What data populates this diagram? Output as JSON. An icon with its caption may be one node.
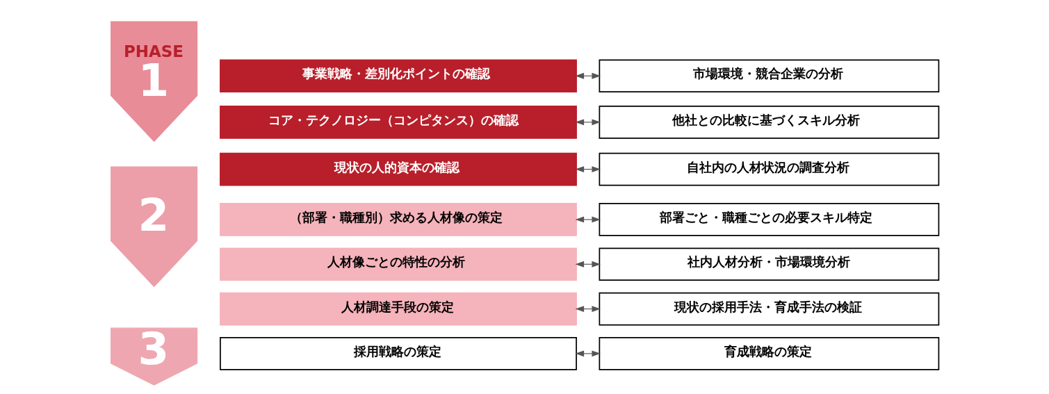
{
  "diagram": {
    "nodes": [
      {
        "text": [
          "PHASE",
          "1"
        ]
      },
      {
        "text": [
          "事業戦略・差別化ポイントの確認"
        ]
      },
      {
        "text": [
          "市場環境・競合企業の分析"
        ]
      },
      {
        "text": [
          "コア・テクノロジー（コンピタンス）の確認"
        ]
      },
      {
        "text": [
          "他社との比較に基づくスキル分析"
        ]
      },
      {
        "text": [
          "現状の人的資本の確認"
        ]
      },
      {
        "text": [
          "自社内の人材状況の調査分析"
        ]
      },
      {
        "text": [
          "2"
        ]
      },
      {
        "text": [
          "（部署・職種別）求める人材像の策定"
        ]
      },
      {
        "text": [
          "部署ごと・職種ごとの必要スキル特定"
        ]
      },
      {
        "text": [
          "人材像ごとの特性の分析"
        ]
      },
      {
        "text": [
          "社内人材分析・市場環境分析"
        ]
      },
      {
        "text": [
          "人材調達手段の策定"
        ]
      },
      {
        "text": [
          "現状の採用手法・育成手法の検証"
        ]
      },
      {
        "text": [
          "3"
        ]
      },
      {
        "text": [
          "採用戦略の策定"
        ]
      },
      {
        "text": [
          "育成戦略の策定"
        ]
      }
    ],
    "edges": [
      {
        "from": 1,
        "to": 2,
        "arrow": "both"
      },
      {
        "from": 3,
        "to": 4,
        "arrow": "both"
      },
      {
        "from": 5,
        "to": 6,
        "arrow": "both"
      },
      {
        "from": 8,
        "to": 9,
        "arrow": "both"
      },
      {
        "from": 10,
        "to": 11,
        "arrow": "both"
      },
      {
        "from": 12,
        "to": 13,
        "arrow": "both"
      },
      {
        "from": 15,
        "to": 16,
        "arrow": "both"
      }
    ]
  }
}
